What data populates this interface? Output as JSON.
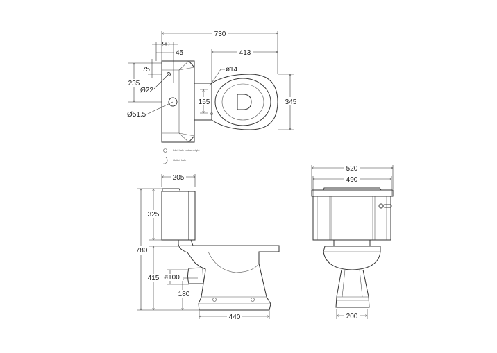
{
  "top_view": {
    "dims": {
      "overall_length": "730",
      "pan_length": "413",
      "tank_inlet_x": "90",
      "outlet_x": "45",
      "inlet_y": "75",
      "outlet_y": "235",
      "inlet_diameter": "Ø22",
      "outlet_diameter": "Ø51.5",
      "fixing_hole": "ø14",
      "fixing_spacing": "155",
      "width": "345"
    },
    "legend": [
      {
        "icon": "small-circle-icon",
        "label": "Inlet hole bottom right"
      },
      {
        "icon": "open-circle-icon",
        "label": "Outlet hole"
      }
    ]
  },
  "side_view": {
    "dims": {
      "cistern_depth": "205",
      "cistern_height": "325",
      "overall_height": "780",
      "pan_height": "415",
      "outlet_diameter": "ø100",
      "outlet_height": "180",
      "pan_projection": "440"
    }
  },
  "front_view": {
    "dims": {
      "lid_width": "520",
      "cistern_width": "490",
      "pedestal_width": "200"
    }
  }
}
